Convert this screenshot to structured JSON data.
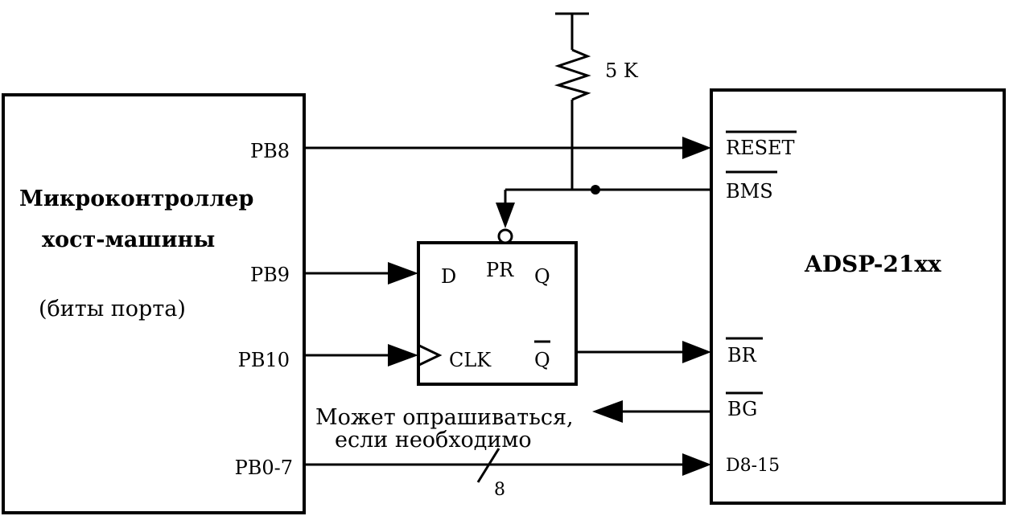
{
  "host": {
    "title_line1": "Микроконтроллер",
    "title_line2": "хост-машины",
    "subtitle": "(биты порта)",
    "pins": {
      "pb8": "PB8",
      "pb9": "PB9",
      "pb10": "PB10",
      "pb0_7": "PB0-7"
    }
  },
  "dsp": {
    "title": "ADSP-21xx",
    "pins": {
      "reset": "RESET",
      "bms": "BMS",
      "br": "BR",
      "bg": "BG",
      "d8_15": "D8-15"
    }
  },
  "flipflop": {
    "d": "D",
    "pr": "PR",
    "q": "Q",
    "clk": "CLK",
    "qbar": "Q"
  },
  "resistor": {
    "value": "5 K"
  },
  "bus": {
    "width": "8"
  },
  "note": {
    "line1": "Может опрашиваться,",
    "line2": "если необходимо"
  }
}
